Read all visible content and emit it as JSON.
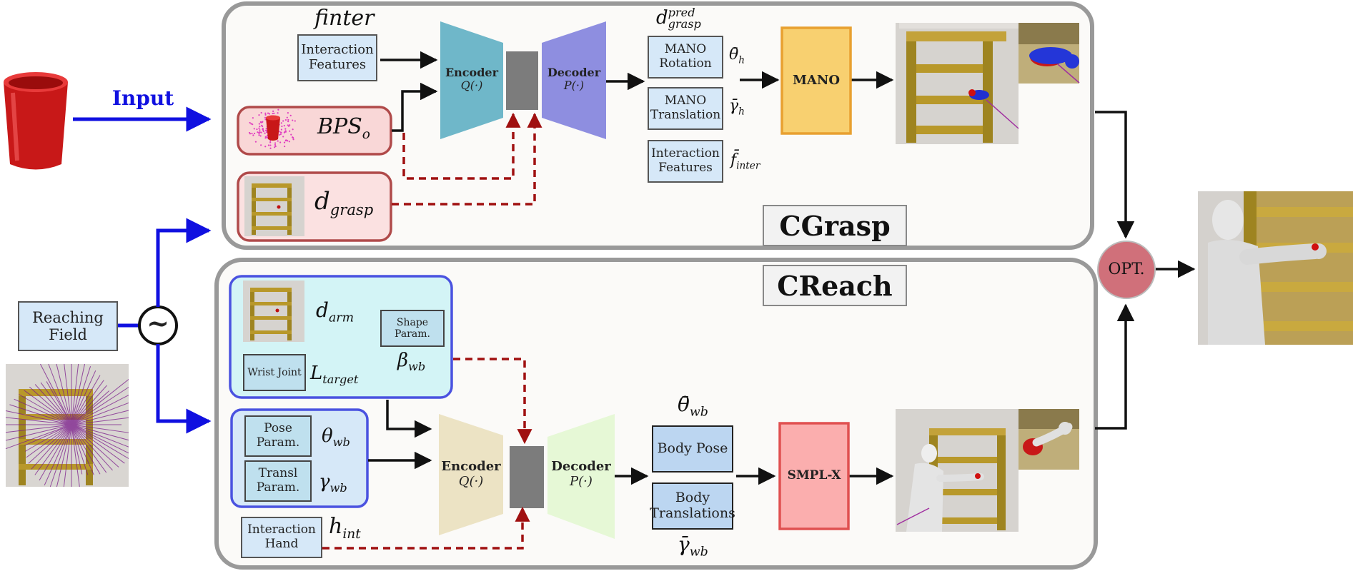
{
  "input_label": "Input",
  "reaching_field": "Reaching Field",
  "cgrasp": {
    "title": "CGrasp",
    "f_inter": "finter",
    "interaction_features": "Interaction Features",
    "bps": "BPS",
    "bps_sub": "o",
    "d_grasp": "d",
    "d_grasp_sub": "grasp",
    "encoder_label": "Encoder",
    "encoder_fn": "Q(·)",
    "decoder_label": "Decoder",
    "decoder_fn": "P(·)",
    "d_pred": "d",
    "d_pred_sup": "pred",
    "d_pred_sub": "grasp",
    "mano_rotation": "MANO Rotation",
    "mano_translation": "MANO Translation",
    "interaction_features_out": "Interaction Features",
    "theta_h": "θ̄",
    "theta_h_sub": "h",
    "gamma_h": "γ̄",
    "gamma_h_sub": "h",
    "f_inter_bar": "f̄",
    "f_inter_bar_sub": "inter",
    "mano": "MANO"
  },
  "creach": {
    "title": "CReach",
    "d_arm": "d",
    "d_arm_sub": "arm",
    "shape_param": "Shape Param.",
    "wrist_joint": "Wrist Joint",
    "l_target": "L",
    "l_target_sub": "target",
    "beta_wb": "β",
    "beta_wb_sub": "wb",
    "pose_param": "Pose Param.",
    "transl_param": "Transl Param.",
    "theta_wb": "θ",
    "theta_wb_sub": "wb",
    "gamma_wb": "γ",
    "gamma_wb_sub": "wb",
    "interaction_hand": "Interaction Hand",
    "h_int": "h",
    "h_int_sub": "int",
    "encoder_label": "Encoder",
    "encoder_fn": "Q(·)",
    "decoder_label": "Decoder",
    "decoder_fn": "P(·)",
    "theta_wb_bar": "θ̄",
    "theta_wb_bar_sub": "wb",
    "body_pose": "Body Pose",
    "body_translations": "Body Translations",
    "gamma_wb_bar": "γ̄",
    "gamma_wb_bar_sub": "wb",
    "smplx": "SMPL-X"
  },
  "opt": "OPT.",
  "tilde": "~",
  "colors": {
    "blue_arrow": "#1010e0",
    "red_dashed": "#a01010",
    "encoder_cgrasp": "#6fb7c9",
    "decoder_cgrasp": "#8e8ee0",
    "encoder_creach": "#ece3c4",
    "decoder_creach": "#e6f8d6",
    "mano_fill": "#f8d070",
    "smplx_fill": "#fbaeae",
    "opt_fill": "#d0707a"
  }
}
